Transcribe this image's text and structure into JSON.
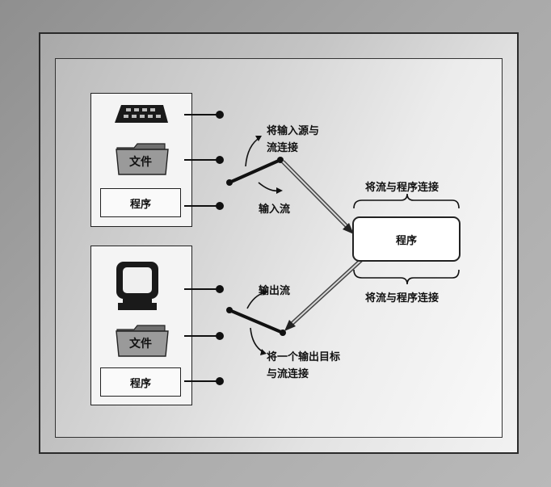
{
  "diagram": {
    "input_sources": {
      "file_label": "文件",
      "program_label": "程序"
    },
    "output_targets": {
      "file_label": "文件",
      "program_label": "程序"
    },
    "annotations": {
      "connect_input_line1": "将输入源与",
      "connect_input_line2": "流连接",
      "input_stream": "输入流",
      "output_stream": "输出流",
      "connect_output_line1": "将一个输出目标",
      "connect_output_line2": "与流连接",
      "connect_top": "将流与程序连接",
      "connect_bottom": "将流与程序连接"
    },
    "center_program": "程序"
  },
  "icons": [
    "keyboard-icon",
    "folder-icon",
    "monitor-icon",
    "arrow-icon"
  ]
}
